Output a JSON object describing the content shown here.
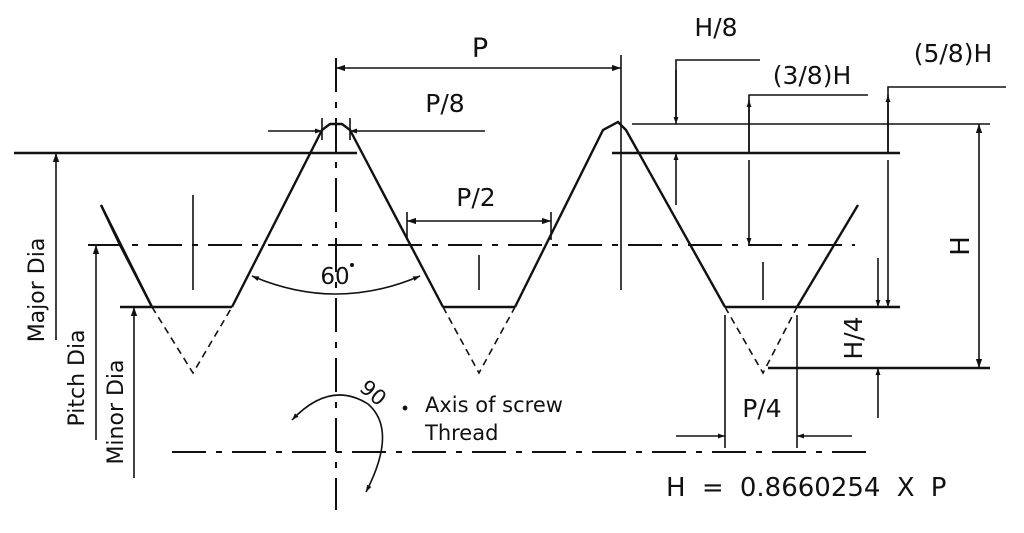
{
  "labels": {
    "pitch": "P",
    "p_over_8": "P/8",
    "p_over_2": "P/2",
    "p_over_4": "P/4",
    "h_over_8": "H/8",
    "three_eighths_h": "(3/8)H",
    "five_eighths_h": "(5/8)H",
    "height": "H",
    "h_over_4": "H/4",
    "angle_60": "60",
    "angle_90": "90",
    "major_dia": "Major Dia",
    "pitch_dia": "Pitch Dia",
    "minor_dia": "Minor Dia",
    "axis_line1": "Axis of screw",
    "axis_line2": "Thread",
    "formula": "H = 0.8660254 X P"
  }
}
